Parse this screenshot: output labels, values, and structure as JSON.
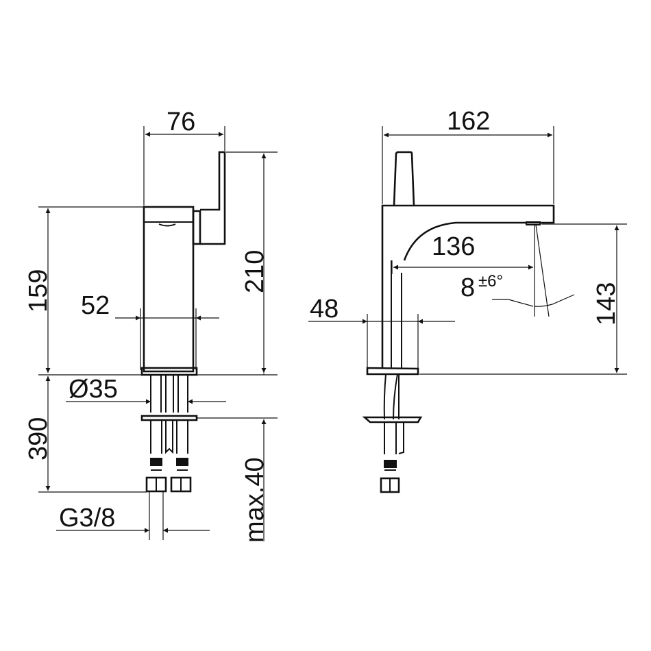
{
  "drawing": {
    "title": "Faucet dimension drawing",
    "colors": {
      "line": "#111111",
      "background": "#ffffff"
    },
    "front_view": {
      "dimensions": {
        "width_top": "76",
        "height_body": "159",
        "height_total": "210",
        "body_width": "52",
        "shank_diameter": "Ø35",
        "hose_length": "390",
        "max_counter_thickness": "max.40",
        "connection_thread": "G3/8"
      }
    },
    "side_view": {
      "dimensions": {
        "length_total": "162",
        "spout_reach": "136",
        "spout_angle": "8",
        "spout_angle_tol": "±6°",
        "spout_height": "143",
        "base_width": "48"
      }
    }
  }
}
